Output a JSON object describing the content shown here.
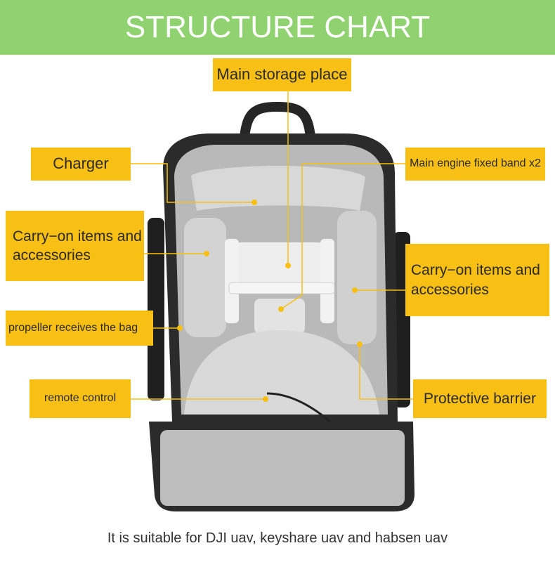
{
  "header": {
    "title": "STRUCTURE CHART"
  },
  "labels": {
    "main_storage": "Main storage place",
    "charger": "Charger",
    "engine_band": "Main engine fixed band x2",
    "carry_left": "Carry−on items and accessories",
    "carry_right": "Carry−on items and accessories",
    "propeller": "propeller receives the bag",
    "remote": "remote control",
    "barrier": "Protective barrier"
  },
  "footer": {
    "text": "It is suitable for DJI uav, keyshare uav and habsen uav"
  },
  "colors": {
    "header_bg": "#8fd26f",
    "label_bg": "#f8bf15",
    "leader_line": "#f8bf15",
    "bag_shell": "#2b2b2b",
    "bag_interior": "#c9c9c9"
  }
}
